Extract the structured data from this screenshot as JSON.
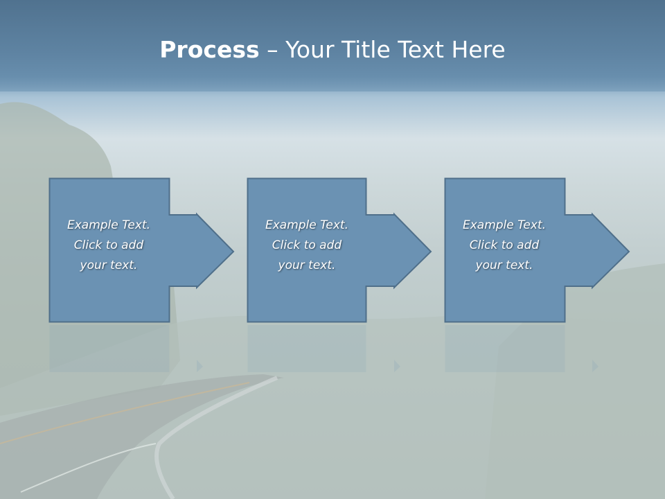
{
  "slide": {
    "title_bold": "Process",
    "title_rest": " – Your Title Text Here"
  },
  "steps": [
    {
      "lines": [
        "Example Text.",
        "Click  to add",
        "your text."
      ]
    },
    {
      "lines": [
        "Example Text.",
        "Click  to add",
        "your text."
      ]
    },
    {
      "lines": [
        "Example Text.",
        "Click  to add",
        "your text."
      ]
    }
  ],
  "colors": {
    "box_fill": "#6b92b3",
    "box_stroke": "#4f6f8a"
  }
}
